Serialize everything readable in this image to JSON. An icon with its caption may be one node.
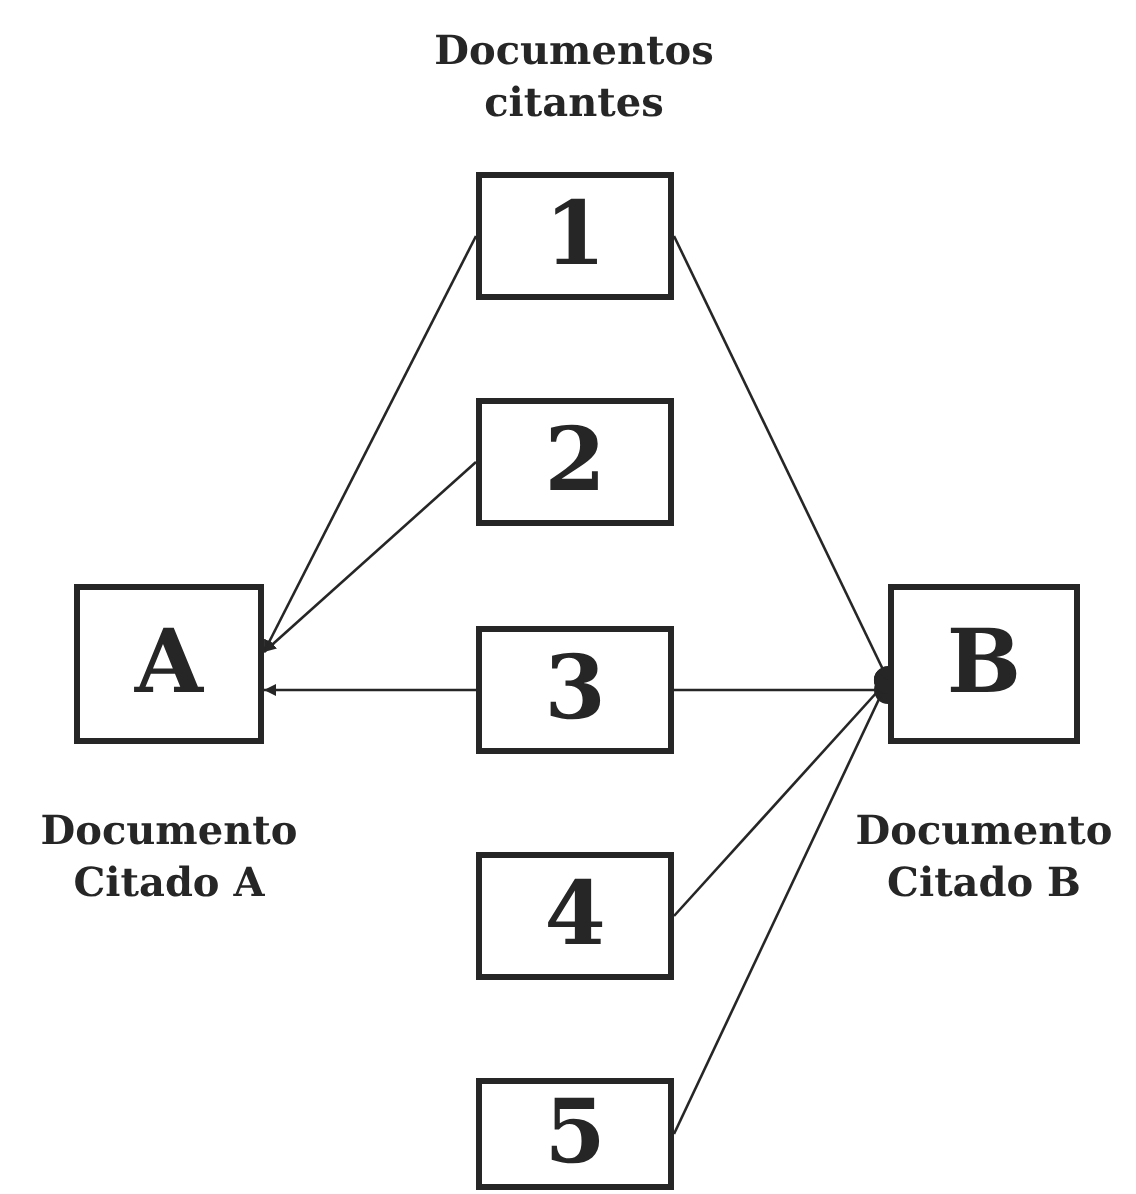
{
  "diagram": {
    "nodes": [
      {
        "text": [
          "1"
        ]
      },
      {
        "text": [
          "2"
        ]
      },
      {
        "text": [
          "A"
        ],
        "beside": [
          "Documento Citado A"
        ]
      },
      {
        "text": [
          "3"
        ]
      },
      {
        "text": [
          "B"
        ],
        "beside": [
          "Documento Citado B"
        ]
      },
      {
        "text": [
          "4"
        ]
      },
      {
        "text": [
          "5"
        ]
      }
    ],
    "edges": [
      {
        "from": 0,
        "to": 2,
        "arrow": "to"
      },
      {
        "from": 1,
        "to": 2,
        "arrow": "to"
      },
      {
        "from": 3,
        "to": 2,
        "arrow": "to"
      },
      {
        "from": 0,
        "to": 4,
        "arrow": "other"
      },
      {
        "from": 3,
        "to": 4,
        "arrow": "other"
      },
      {
        "from": 5,
        "to": 4,
        "arrow": "other"
      },
      {
        "from": 6,
        "to": 4,
        "arrow": "other"
      }
    ],
    "labels": [
      "Documentos citantes"
    ]
  }
}
